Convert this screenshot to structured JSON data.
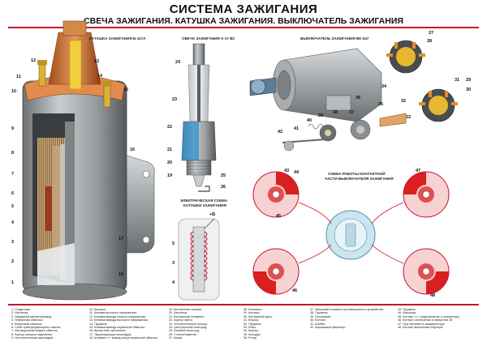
{
  "header": {
    "title": "СИСТЕМА ЗАЖИГАНИЯ",
    "subtitle": "СВЕЧА ЗАЖИГАНИЯ. КАТУШКА ЗАЖИГАНИЯ. ВЫКЛЮЧАТЕЛЬ ЗАЖИГАНИЯ"
  },
  "captions": {
    "coil": "КАТУШКА ЗАЖИГАНИЯ Б-117А",
    "plug": "СВЕЧА ЗАЖИГАНИЯ А-17 ВС",
    "switch": "ВЫКЛЮЧАТЕЛЬ ЗАЖИГАНИЯ ВК-347",
    "scheme_line1": "ЭЛЕКТРИЧЕСКАЯ СХЕМА",
    "scheme_line2": "КАТУШКИ ЗАЖИГАНИЯ",
    "contacts_line1": "СХЕМА РАБОТЫ КОНТАКТНОЙ",
    "contacts_line2": "ЧАСТИ ВЫКЛЮЧАТЕЛЯ ЗАЖИГАНИЯ"
  },
  "coil_labels": [
    "12",
    "13",
    "11",
    "14",
    "10",
    "15",
    "9",
    "16",
    "8",
    "7",
    "6",
    "5",
    "4",
    "3",
    "2",
    "1",
    "17",
    "18"
  ],
  "plug_labels": [
    "24",
    "23",
    "22",
    "21",
    "20",
    "19",
    "25",
    "26"
  ],
  "scheme_labels": [
    "+Б",
    "5",
    "3",
    "4"
  ],
  "switch_labels": [
    "27",
    "28",
    "31",
    "29",
    "30",
    "34",
    "36",
    "35",
    "37",
    "32",
    "33",
    "42",
    "41",
    "40",
    "39",
    "38",
    "43",
    "44",
    "45",
    "46",
    "47",
    "48"
  ],
  "legend_col1": [
    "1. Сердечник;",
    "2. Изолятор;",
    "3. Наружный магнитопровод;",
    "4. Первичная обмотка;",
    "5. Вторичная обмотка;",
    "6. Слой трансформаторного масла;",
    "7. Изоляционная бумага обмоток;",
    "8. Корпус катушки зажигания;",
    "9. Уплотнительная прокладка;"
  ],
  "legend_col2": [
    "10. Крышка;",
    "11. Клемма высокого напряжения;",
    "12. Клемма вывода низкого напряжения;",
    "13. Клемма вывода высокого напряжения;",
    "14. Пружина;",
    "15. Клемма вывода первичной обмотки;",
    "16. Кронштейн крепления;",
    "17. Экранирующая прокладка;",
    "18. Клемма «+» вывод конца первичной обмотки"
  ],
  "legend_col3": [
    "19. Контактная головка;",
    "20. Изолятор;",
    "21. Контактный стержень;",
    "22. Корпус свечи;",
    "23. Уплотнительное кольцо;",
    "24. Центральный электрод;",
    "25. Боковой электрод;",
    "26. Стеклогерметик;",
    "27. Кожух."
  ],
  "legend_col4": [
    "28. Колпачок;",
    "29. Контакт;",
    "30. Контактный диск;",
    "31. Втулка;",
    "32. Пружина;",
    "33. Ключ;",
    "34. Корпус;",
    "35. Колодка;",
    "36. Ротор."
  ],
  "legend_col5": [
    "37. Запорный стержень противоугонного устройства;",
    "38. Пружина;",
    "39. Основание;",
    "40. Контакт;",
    "41. Шайба;",
    "42. Шариковый фиксатор."
  ],
  "legend_col6": [
    "43. Пружина;",
    "44. Фиксатор;",
    "45. Контакт «+» (подключение к генератору);",
    "46. Контакт отключения и отверстия 30;",
    "47. При питании от аккумулятора;",
    "48. Контакт включения стартера."
  ]
}
